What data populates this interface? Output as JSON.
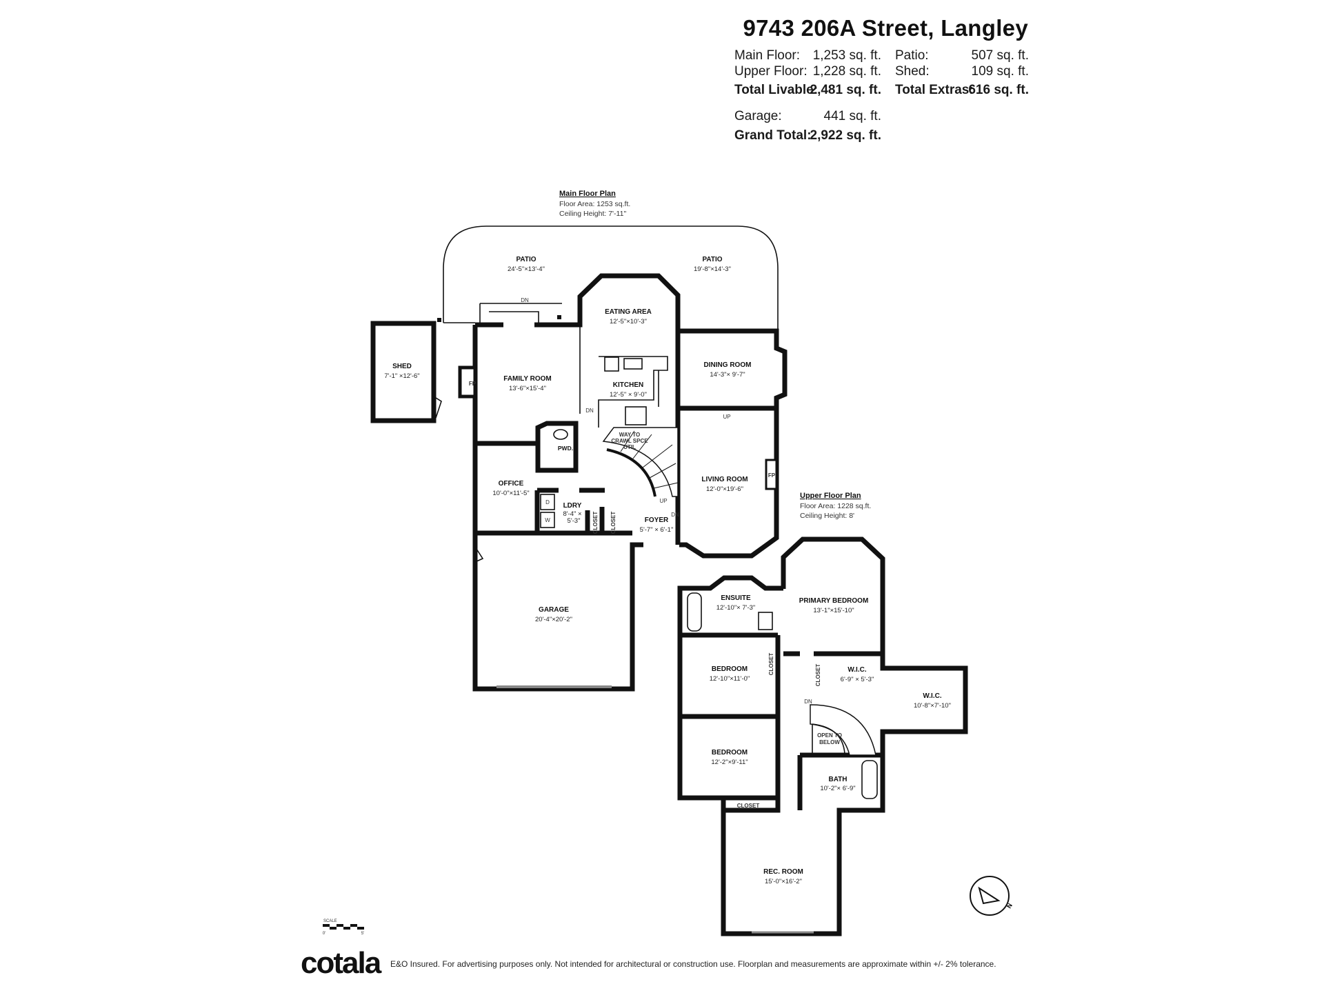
{
  "header": {
    "title": "9743 206A Street, Langley",
    "stats": {
      "main_floor_label": "Main Floor:",
      "main_floor_value": "1,253 sq. ft.",
      "upper_floor_label": "Upper Floor:",
      "upper_floor_value": "1,228 sq. ft.",
      "total_livable_label": "Total Livable:",
      "total_livable_value": "2,481 sq. ft.",
      "patio_label": "Patio:",
      "patio_value": "507 sq. ft.",
      "shed_label": "Shed:",
      "shed_value": "109 sq. ft.",
      "total_extras_label": "Total Extras:",
      "total_extras_value": "616 sq. ft.",
      "garage_label": "Garage:",
      "garage_value": "441 sq. ft.",
      "grand_total_label": "Grand Total:",
      "grand_total_value": "2,922 sq. ft."
    }
  },
  "main_floor": {
    "title": "Main Floor Plan",
    "area": "Floor Area: 1253 sq.ft.",
    "ceiling": "Ceiling Height: 7'-11\"",
    "rooms": {
      "patio1": {
        "name": "PATIO",
        "dim": "24'-5\"×13'-4\""
      },
      "patio2": {
        "name": "PATIO",
        "dim": "19'-8\"×14'-3\""
      },
      "shed": {
        "name": "SHED",
        "dim": "7'-1\" ×12'-6\""
      },
      "eating": {
        "name": "EATING AREA",
        "dim": "12'-5\"×10'-3\""
      },
      "family": {
        "name": "FAMILY ROOM",
        "dim": "13'-6\"×15'-4\""
      },
      "kitchen": {
        "name": "KITCHEN",
        "dim": "12'-5\" × 9'-0\""
      },
      "dining": {
        "name": "DINING ROOM",
        "dim": "14'-3\"× 9'-7\""
      },
      "living": {
        "name": "LIVING ROOM",
        "dim": "12'-0\"×19'-6\""
      },
      "office": {
        "name": "OFFICE",
        "dim": "10'-0\"×11'-5\""
      },
      "laundry": {
        "name": "LDRY",
        "dim": "8'-4\" ×",
        "dim2": "5'-3\""
      },
      "foyer": {
        "name": "FOYER",
        "dim": "5'-7\" × 6'-1\""
      },
      "garage": {
        "name": "GARAGE",
        "dim": "20'-4\"×20'-2\""
      },
      "powder": {
        "name": "PWD."
      },
      "crawl": {
        "l1": "WAY TO",
        "l2": "CRAWL SPCE",
        "l3": "UTIL"
      },
      "closet": "CLOSET",
      "fp": "FP",
      "dn": "DN",
      "up": "UP",
      "dryer": "D",
      "washer": "W"
    }
  },
  "upper_floor": {
    "title": "Upper Floor Plan",
    "area": "Floor Area: 1228 sq.ft.",
    "ceiling": "Ceiling Height: 8'",
    "rooms": {
      "ensuite": {
        "name": "ENSUITE",
        "dim": "12'-10\"× 7'-3\""
      },
      "primary": {
        "name": "PRIMARY BEDROOM",
        "dim": "13'-1\"×15'-10\""
      },
      "bedroom1": {
        "name": "BEDROOM",
        "dim": "12'-10\"×11'-0\""
      },
      "wic1": {
        "name": "W.I.C.",
        "dim": "6'-9\" × 5'-3\""
      },
      "wic2": {
        "name": "W.I.C.",
        "dim": "10'-8\"×7'-10\""
      },
      "bedroom2": {
        "name": "BEDROOM",
        "dim": "12'-2\"×9'-11\""
      },
      "open": {
        "l1": "OPEN TO",
        "l2": "BELOW"
      },
      "bath": {
        "name": "BATH",
        "dim": "10'-2\"× 6'-9\""
      },
      "closet": "CLOSET",
      "rec": {
        "name": "REC. ROOM",
        "dim": "15'-0\"×16'-2\""
      }
    }
  },
  "scale": {
    "label": "SCALE",
    "start": "0'",
    "end": "5'"
  },
  "footer": {
    "logo": "cotala",
    "disclaimer": "E&O Insured. For advertising purposes only. Not intended for architectural or construction use. Floorplan and measurements are approximate within +/- 2% tolerance."
  }
}
